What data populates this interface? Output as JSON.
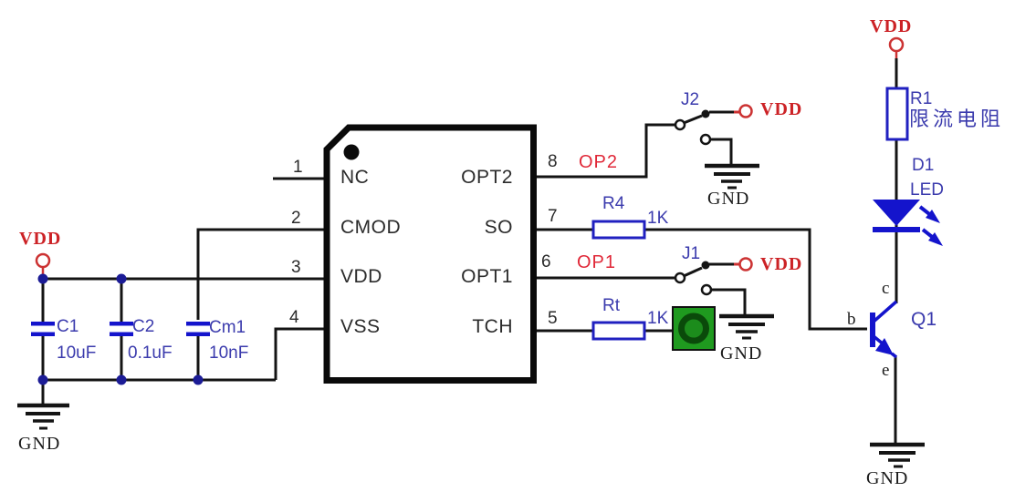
{
  "labels": {
    "vdd": "VDD",
    "gnd": "GND"
  },
  "ic": {
    "left_pins": [
      {
        "num": "1",
        "name": "NC"
      },
      {
        "num": "2",
        "name": "CMOD"
      },
      {
        "num": "3",
        "name": "VDD"
      },
      {
        "num": "4",
        "name": "VSS"
      }
    ],
    "right_pins": [
      {
        "num": "8",
        "name": "OPT2",
        "net": "OP2"
      },
      {
        "num": "7",
        "name": "SO",
        "net": ""
      },
      {
        "num": "6",
        "name": "OPT1",
        "net": "OP1"
      },
      {
        "num": "5",
        "name": "TCH",
        "net": ""
      }
    ]
  },
  "capacitors": [
    {
      "ref": "C1",
      "value": "10uF"
    },
    {
      "ref": "C2",
      "value": "0.1uF"
    },
    {
      "ref": "Cm1",
      "value": "10nF"
    }
  ],
  "resistors": [
    {
      "ref": "R4",
      "value": "1K"
    },
    {
      "ref": "Rt",
      "value": "1K"
    },
    {
      "ref": "R1",
      "desc": "限流电阻"
    }
  ],
  "jumpers": [
    {
      "ref": "J2"
    },
    {
      "ref": "J1"
    }
  ],
  "led": {
    "ref": "D1",
    "type": "LED"
  },
  "transistor": {
    "ref": "Q1",
    "base": "b",
    "collector": "c",
    "emitter": "e"
  },
  "colors": {
    "symbol_blue": "#1414cc",
    "label_blue": "#3b3bad",
    "net_red": "#e02838",
    "power_red": "#cc2226",
    "wire_black": "#141414",
    "pad_green": "#1f9a1f",
    "pad_ring_green": "#0a4a0a"
  }
}
